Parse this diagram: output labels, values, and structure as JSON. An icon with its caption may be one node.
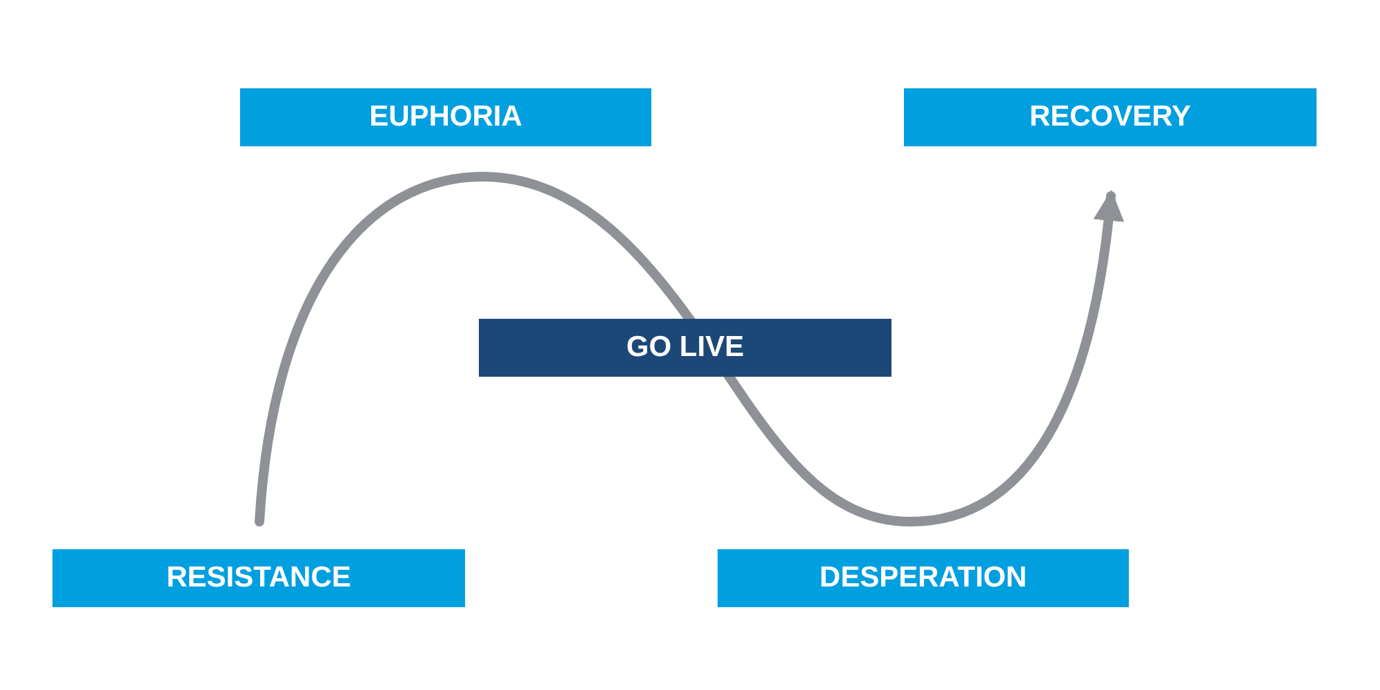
{
  "diagram": {
    "nodes": [
      {
        "text": [
          "EUPHORIA"
        ]
      },
      {
        "text": [
          "RECOVERY"
        ]
      },
      {
        "text": [
          "GO LIVE"
        ]
      },
      {
        "text": [
          "RESISTANCE"
        ]
      },
      {
        "text": [
          "DESPERATION"
        ]
      }
    ],
    "edges": []
  }
}
